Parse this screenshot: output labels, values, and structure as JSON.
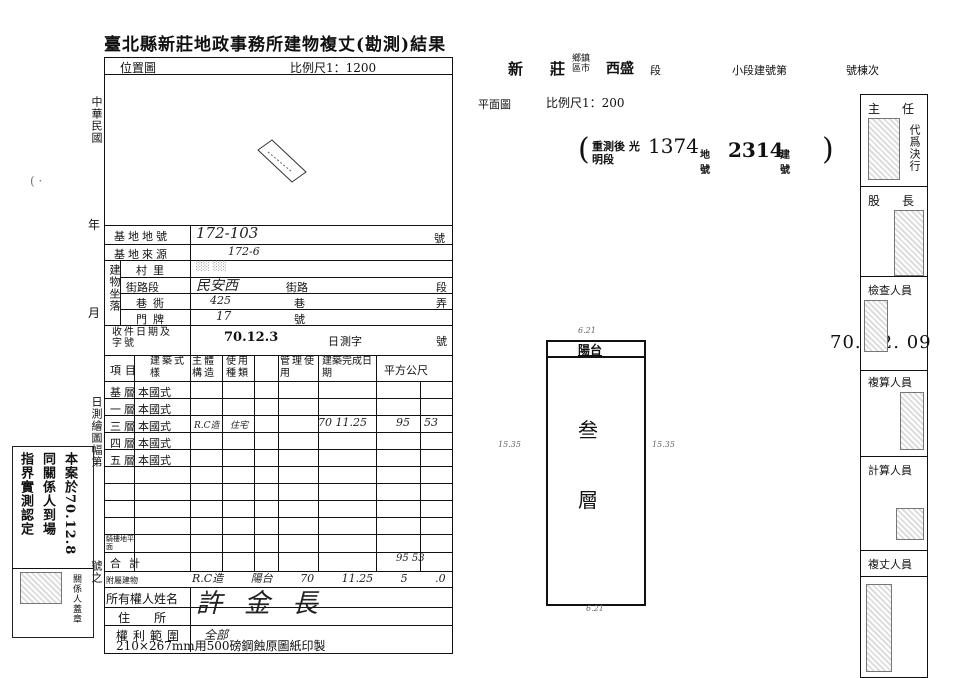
{
  "left_form": {
    "title": "臺北縣新莊地政事務所建物複丈(勘測)結果",
    "location_map_label": "位置圖",
    "location_scale": "比例尺1：1200",
    "side_labels": {
      "era": "中華民國",
      "year": "年",
      "month": "月",
      "survey_date": "日測繪圖幅第",
      "number_suffix": "號之"
    },
    "parcel_rows": [
      {
        "label": "基地地號",
        "value": "172-103",
        "unit": "號"
      },
      {
        "label": "基地來源",
        "value": "172-6",
        "unit": ""
      }
    ],
    "location_group_label": "建物坐落",
    "location_rows": [
      {
        "label": "村里",
        "value": "",
        "mid": "",
        "unit": ""
      },
      {
        "label": "街路段",
        "value": "民安西",
        "mid": "街路",
        "unit": "段"
      },
      {
        "label": "巷衖",
        "value": "425",
        "mid": "巷",
        "unit": "弄"
      },
      {
        "label": "門牌",
        "value": "17",
        "mid": "號",
        "unit": ""
      }
    ],
    "receipt_row": {
      "label": "收件日期及字號",
      "value": "70.12.3",
      "mid": "日",
      "mid2": "測字",
      "unit": "號"
    },
    "table_headers": [
      "項目",
      "建築式樣",
      "主體構造",
      "使用種類",
      "管理使用",
      "建築完成日期",
      "平方公尺"
    ],
    "floors": [
      {
        "item": "基",
        "floor": "層",
        "style": "本國式",
        "structure": "",
        "use": "",
        "mgmt": "",
        "date": "",
        "area1": "",
        "area2": ""
      },
      {
        "item": "一",
        "floor": "層",
        "style": "本國式",
        "structure": "",
        "use": "",
        "mgmt": "",
        "date": "",
        "area1": "",
        "area2": ""
      },
      {
        "item": "三",
        "floor": "層",
        "style": "本國式",
        "structure": "R.C造",
        "use": "住宅",
        "mgmt": "",
        "date": "70 11.25",
        "area1": "95",
        "area2": "53"
      },
      {
        "item": "四",
        "floor": "層",
        "style": "本國式",
        "structure": "",
        "use": "",
        "mgmt": "",
        "date": "",
        "area1": "",
        "area2": ""
      },
      {
        "item": "五",
        "floor": "層",
        "style": "本國式",
        "structure": "",
        "use": "",
        "mgmt": "",
        "date": "",
        "area1": "",
        "area2": ""
      }
    ],
    "extra_rows": [
      {
        "label": "騎樓地平面",
        "value": ""
      },
      {
        "label": "合計",
        "value": "95 53"
      },
      {
        "label": "附屬建物",
        "value": "R.C造 陽台 70 11.25 5 .0"
      }
    ],
    "owner_label": "所有權人姓名",
    "owner_value": "許金長",
    "address_label": "住所",
    "rights_label": "權利範圍",
    "rights_value": "全部",
    "footer": "210×267mm用500磅鋼蝕原圖紙印製",
    "side_stamp": {
      "line1": "本案於70.12.8",
      "line2": "同關係人到場",
      "line3": "指界實測認定",
      "sig_label": "關係人蓋章"
    }
  },
  "right_form": {
    "header_city": "新",
    "header_city2": "莊",
    "header_town": "鄉鎮區市",
    "header_section": "西盛",
    "header_section_suffix": "段",
    "header_subsection": "小段建號第",
    "header_tail": "號棟次",
    "plan_label": "平面圖",
    "plan_scale": "比例尺1：200",
    "resurvey_note": "重測後 光明段",
    "resurvey_land": "1374",
    "resurvey_land_suffix": "地號",
    "resurvey_bldg": "2314",
    "resurvey_bldg_suffix": "建號",
    "balcony_label": "陽台",
    "building_floor": "叁",
    "building_floor2": "層",
    "date_stamp": "70. 12. 09",
    "staff": {
      "chief": "主任",
      "acting": "代爲決行",
      "section_head": "股長",
      "inspector": "檢查人員",
      "recheck": "複算人員",
      "calculator": "計算人員",
      "surveyor": "複丈人員"
    }
  }
}
